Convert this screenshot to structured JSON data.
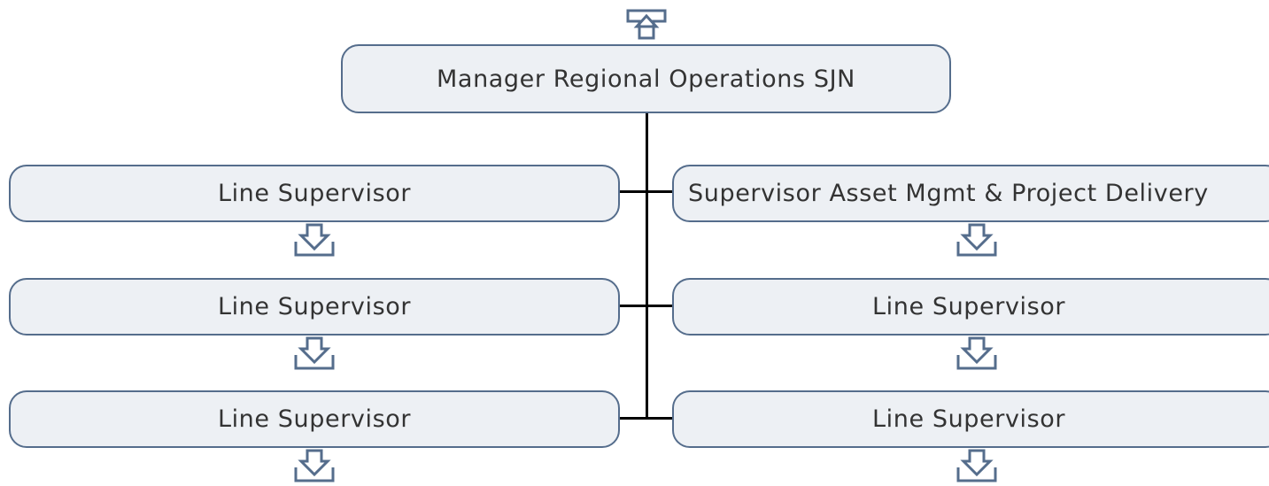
{
  "colors": {
    "box_fill": "#edf0f4",
    "box_border": "#556d8c",
    "text": "#333333",
    "connector": "#000000",
    "icon_stroke": "#556d8c"
  },
  "top": {
    "label": "Manager Regional Operations SJN",
    "nav_icon": "arrow-up-icon"
  },
  "left": [
    {
      "label": "Line Supervisor",
      "nav_icon": "arrow-down-icon"
    },
    {
      "label": "Line Supervisor",
      "nav_icon": "arrow-down-icon"
    },
    {
      "label": "Line Supervisor",
      "nav_icon": "arrow-down-icon"
    }
  ],
  "right": [
    {
      "label": "Supervisor Asset Mgmt & Project Delivery",
      "nav_icon": "arrow-down-icon"
    },
    {
      "label": "Line Supervisor",
      "nav_icon": "arrow-down-icon"
    },
    {
      "label": "Line Supervisor",
      "nav_icon": "arrow-down-icon"
    }
  ]
}
